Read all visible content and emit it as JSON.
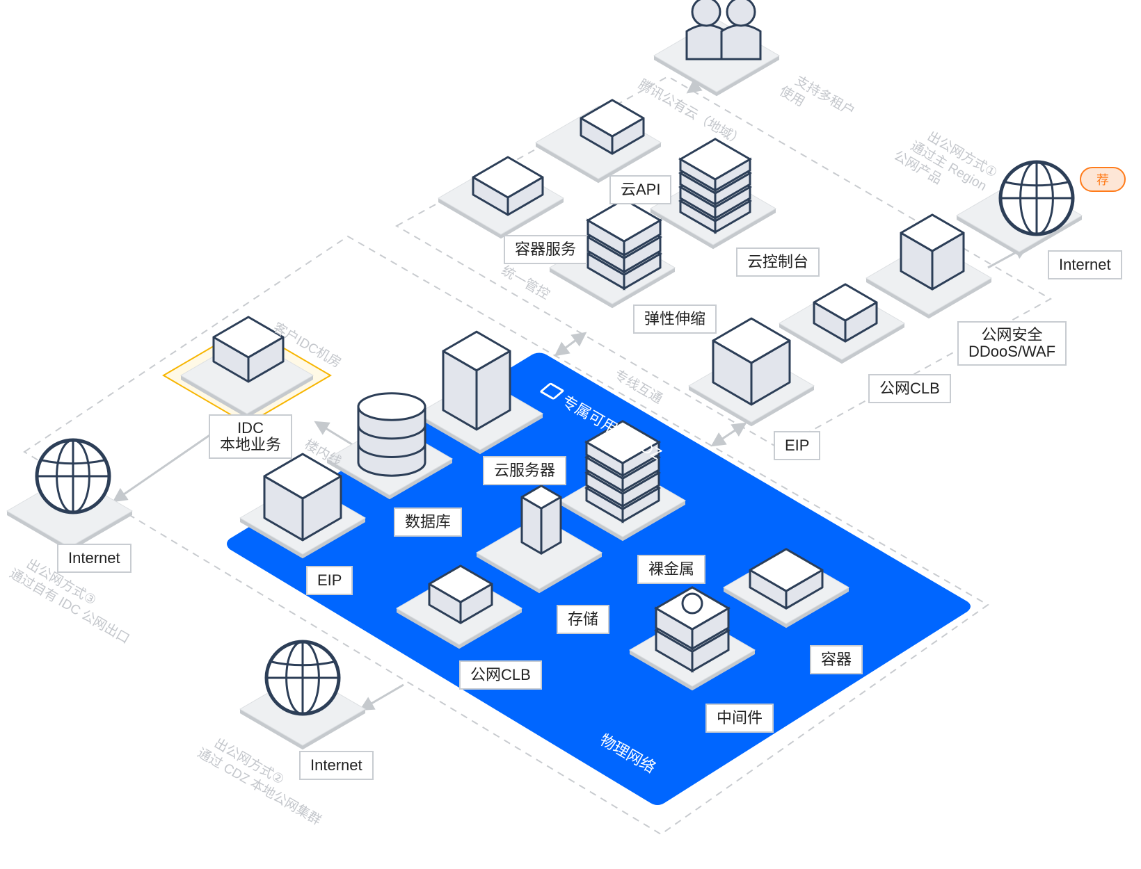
{
  "diagram": {
    "title": "专属可用区 CDZ",
    "colors": {
      "platform_blue": "#0066ff",
      "icon_stroke": "#2c3e57",
      "icon_fill": "#e2e5ec",
      "icon_top": "#ffffff",
      "tile": "#eef0f2",
      "tile_edge": "#c5c9cd",
      "dashed": "#c8cbcf",
      "idc_highlight": "#f7b500",
      "badge_orange": "#ff7b1a"
    },
    "users": {
      "icon": "users-icon",
      "note_line1": "支持多租户",
      "note_line2": "使用"
    },
    "public_cloud": {
      "region_label": "腾讯公有云（地域）",
      "unified_control": "统一管控",
      "nodes": [
        {
          "id": "cloud-api",
          "label": "云API",
          "icon": "api-chip-icon"
        },
        {
          "id": "container-service",
          "label": "容器服务",
          "icon": "container-icon"
        },
        {
          "id": "cloud-console",
          "label": "云控制台",
          "icon": "server-stack-icon"
        },
        {
          "id": "auto-scaling",
          "label": "弹性伸缩",
          "icon": "scaling-icon"
        }
      ]
    },
    "public_egress_1": {
      "note_line1": "出公网方式①",
      "note_line2": "通过主 Region",
      "note_line3": "公网产品",
      "nodes": [
        {
          "id": "eip-region",
          "label": "EIP",
          "icon": "eip-icon"
        },
        {
          "id": "clb-region",
          "label": "公网CLB",
          "icon": "clb-icon"
        },
        {
          "id": "waf",
          "label_line1": "公网安全",
          "label_line2": "DDooS/WAF",
          "icon": "firewall-icon"
        },
        {
          "id": "internet-1",
          "label": "Internet",
          "icon": "globe-icon",
          "badge": "荐"
        }
      ]
    },
    "dedicated_line": "专线互通",
    "idc": {
      "room_label": "客户IDC机房",
      "label_line1": "IDC",
      "label_line2": "本地业务",
      "icon": "idc-building-icon",
      "in_building_line": "楼内线"
    },
    "public_egress_3": {
      "note_line1": "出公网方式③",
      "note_line2": "通过自有 IDC 公网出口",
      "internet_label": "Internet"
    },
    "public_egress_2": {
      "note_line1": "出公网方式②",
      "note_line2": "通过 CDZ 本地公网集群",
      "internet_label": "Internet"
    },
    "cdz": {
      "title": "专属可用区 CDZ",
      "network_label": "物理网络",
      "nodes": [
        {
          "id": "cvm",
          "label": "云服务器",
          "icon": "server-tower-icon"
        },
        {
          "id": "database",
          "label": "数据库",
          "icon": "database-icon"
        },
        {
          "id": "eip-cdz",
          "label": "EIP",
          "icon": "eip-icon"
        },
        {
          "id": "bare-metal",
          "label": "裸金属",
          "icon": "bare-metal-icon"
        },
        {
          "id": "storage",
          "label": "存储",
          "icon": "storage-icon"
        },
        {
          "id": "clb-cdz",
          "label": "公网CLB",
          "icon": "clb-icon"
        },
        {
          "id": "container",
          "label": "容器",
          "icon": "container-icon"
        },
        {
          "id": "middleware",
          "label": "中间件",
          "icon": "middleware-icon"
        }
      ]
    }
  }
}
